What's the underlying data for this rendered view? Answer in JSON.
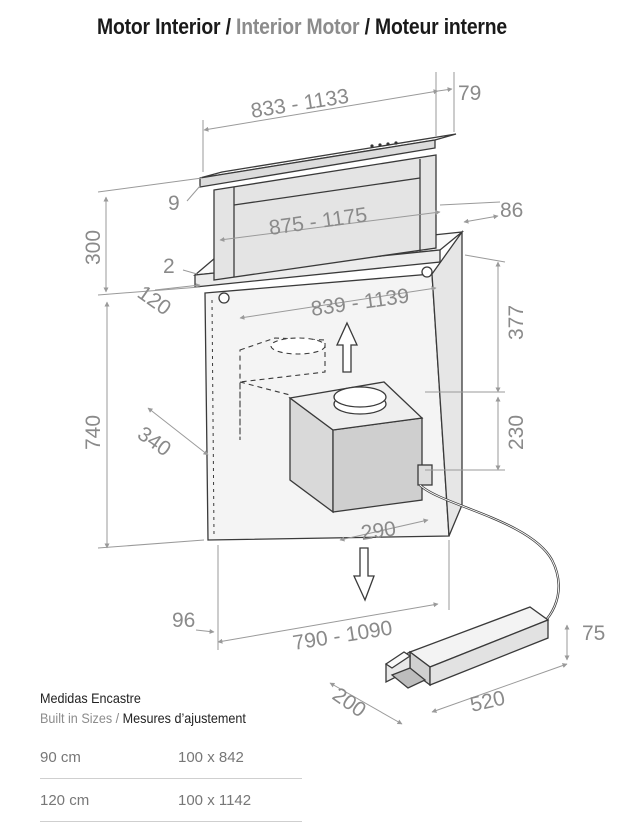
{
  "title": {
    "part1": "Motor Interior",
    "sep1": "/",
    "part2": "Interior Motor",
    "sep2": "/",
    "part3": "Moteur interne"
  },
  "dimensions": {
    "top_width": "833 - 1133",
    "top_depth": "79",
    "panel_thickness": "9",
    "mid_width": "875 - 1175",
    "mid_depth": "86",
    "rise_height": "300",
    "gap": "2",
    "frame_depth": "120",
    "inner_width": "839 - 1139",
    "upper_offset": "377",
    "body_height": "740",
    "motor_height": "230",
    "motor_depth": "340",
    "motor_width": "290",
    "front_offset": "96",
    "bottom_width": "790 - 1090",
    "remote_height": "75",
    "remote_depth": "200",
    "remote_width": "520"
  },
  "sizes_table": {
    "heading": "Medidas Encastre",
    "sub_en": "Built in Sizes",
    "sub_sep": "/",
    "sub_fr": "Mesures d’ajustement",
    "rows": [
      {
        "size": "90 cm",
        "cutout": "100 x 842"
      },
      {
        "size": "120 cm",
        "cutout": "100 x 1142"
      }
    ]
  }
}
